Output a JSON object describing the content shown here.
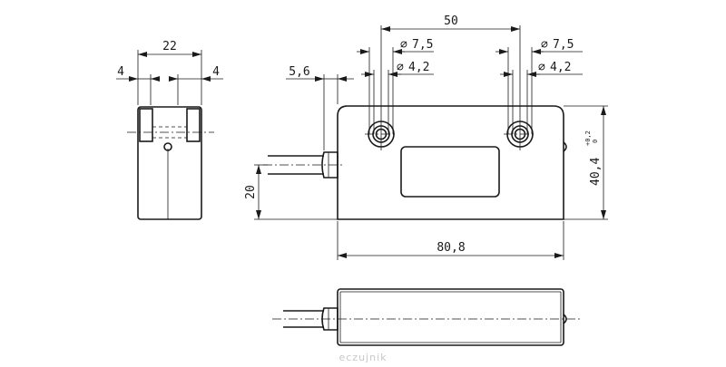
{
  "dimensions": {
    "side_width": "22",
    "side_left_wall": "4",
    "side_right_wall": "4",
    "hole_pitch": "50",
    "cable_offset": "5,6",
    "hole1_outer_dia": "7,5",
    "hole1_inner_dia": "4,2",
    "hole2_outer_dia": "7,5",
    "hole2_inner_dia": "4,2",
    "cable_height": "20",
    "body_height": "40,4",
    "body_height_tol_upper": "+0,2",
    "body_height_tol_lower": "0",
    "body_length": "80,8"
  },
  "symbols": {
    "diameter": "∅"
  },
  "watermark": "eczujnik"
}
